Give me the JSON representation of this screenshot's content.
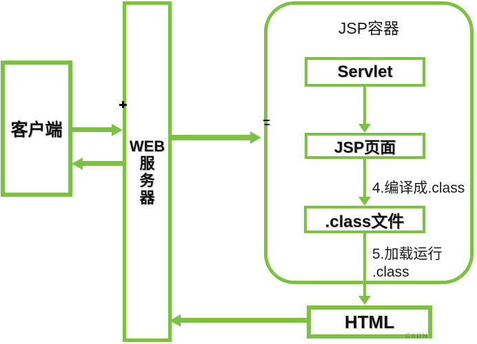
{
  "colors": {
    "accent_green": "#7CC242",
    "text": "#111111",
    "background": "#FFFFFF"
  },
  "diagram_title": "JSP容器",
  "nodes": {
    "client": {
      "label": "客户端"
    },
    "web_server": {
      "label": "WEB服务器",
      "lines": [
        "WEB",
        "服",
        "务",
        "器"
      ]
    },
    "container": {
      "title": "JSP容器"
    },
    "servlet": {
      "label": "Servlet"
    },
    "jsp_page": {
      "label": "JSP页面"
    },
    "class_file": {
      "label": ".class文件"
    },
    "html_output": {
      "label": "HTML"
    }
  },
  "edge_labels": {
    "compile": "4.编译成.class",
    "load_run": [
      "5.加载运行",
      ".class"
    ]
  },
  "edges": [
    {
      "from": "client",
      "to": "web_server",
      "direction": "right"
    },
    {
      "from": "web_server",
      "to": "client",
      "direction": "left"
    },
    {
      "from": "web_server",
      "to": "container",
      "direction": "right"
    },
    {
      "from": "servlet",
      "to": "jsp_page",
      "direction": "down"
    },
    {
      "from": "jsp_page",
      "to": "class_file",
      "direction": "down",
      "label": "4.编译成.class"
    },
    {
      "from": "class_file",
      "to": "html_output",
      "direction": "down",
      "label": "5.加载运行.class"
    },
    {
      "from": "html_output",
      "to": "web_server",
      "direction": "left"
    }
  ],
  "watermark": "CSDN"
}
